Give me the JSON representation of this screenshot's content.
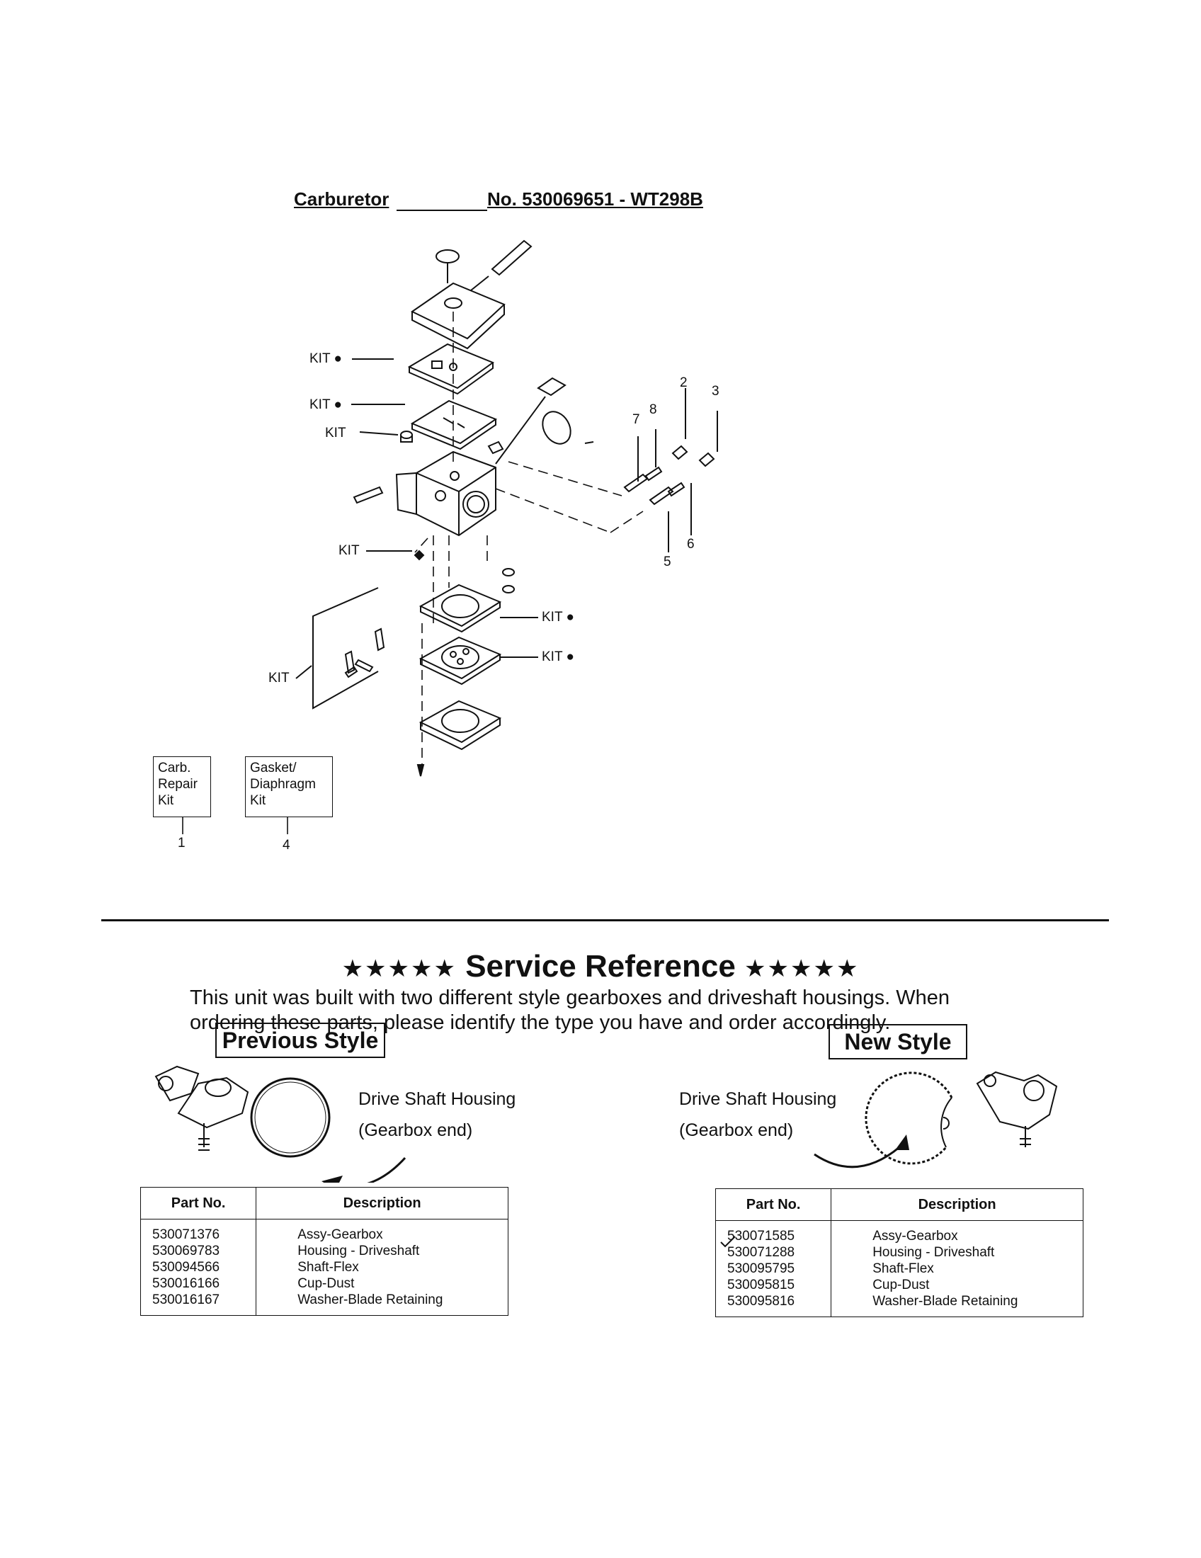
{
  "carburetor": {
    "label": "Carburetor",
    "number": "No. 530069651 - WT298B",
    "kit_labels": [
      "KIT ●",
      "KIT ●",
      "KIT",
      "KIT",
      "KIT ●",
      "KIT ●",
      "KIT"
    ],
    "callouts": [
      "2",
      "3",
      "8",
      "7",
      "6",
      "5",
      "1",
      "4"
    ],
    "kit_boxes": [
      {
        "text": "Carb. Repair Kit",
        "lines": [
          "Carb.",
          "Repair",
          "Kit"
        ],
        "ref": "1"
      },
      {
        "text": "Gasket/ Diaphragm Kit",
        "lines": [
          "Gasket/",
          "Diaphragm",
          "Kit"
        ],
        "ref": "4"
      }
    ]
  },
  "service": {
    "stars": "★★★★★",
    "title": "Service Reference",
    "line1": "This unit was built with  two different style gearboxes and driveshaft housings. When",
    "line2": "ordering these parts, please identify the type you have and order accordingly.",
    "previous": {
      "label": "Previous Style",
      "housing_line1": "Drive Shaft Housing",
      "housing_line2": "(Gearbox end)",
      "table": {
        "headers": [
          "Part No.",
          "Description"
        ],
        "rows": [
          [
            "530071376",
            "Assy-Gearbox"
          ],
          [
            "530069783",
            "Housing - Driveshaft"
          ],
          [
            "530094566",
            "Shaft-Flex"
          ],
          [
            "530016166",
            "Cup-Dust"
          ],
          [
            "530016167",
            "Washer-Blade Retaining"
          ]
        ]
      }
    },
    "new": {
      "label": "New Style",
      "housing_line1": "Drive Shaft Housing",
      "housing_line2": "(Gearbox end)",
      "table": {
        "headers": [
          "Part No.",
          "Description"
        ],
        "rows": [
          [
            "530071585",
            "Assy-Gearbox"
          ],
          [
            "530071288",
            "Housing - Driveshaft"
          ],
          [
            "530095795",
            "Shaft-Flex"
          ],
          [
            "530095815",
            "Cup-Dust"
          ],
          [
            "530095816",
            "Washer-Blade Retaining"
          ]
        ]
      }
    }
  }
}
